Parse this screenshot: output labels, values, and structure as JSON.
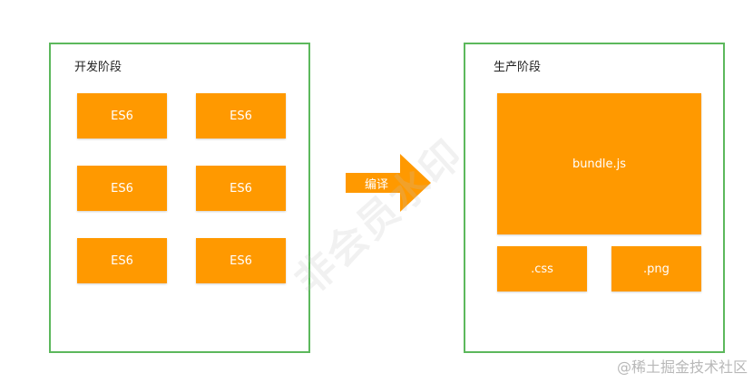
{
  "dev": {
    "title": "开发阶段",
    "modules": [
      "ES6",
      "ES6",
      "ES6",
      "ES6",
      "ES6",
      "ES6"
    ]
  },
  "arrow": {
    "label": "编译"
  },
  "prod": {
    "title": "生产阶段",
    "bundle": "bundle.js",
    "assets": [
      ".css",
      ".png"
    ]
  },
  "watermark": "非会员水印",
  "credit": "@稀土掘金技术社区",
  "colors": {
    "panel_border": "#5cb85c",
    "box_fill": "#ff9900",
    "box_text": "#ffffff"
  }
}
